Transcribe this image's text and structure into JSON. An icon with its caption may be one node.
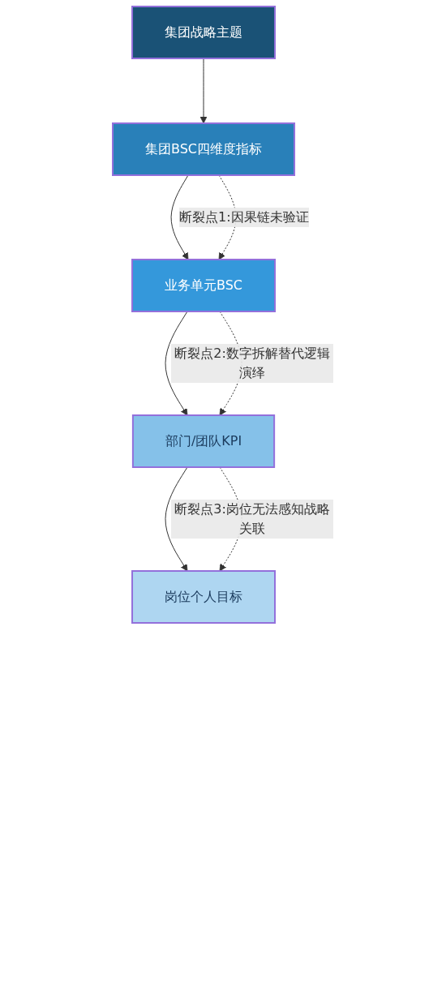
{
  "diagram": {
    "nodes": [
      {
        "text": [
          "集团战略主题"
        ]
      },
      {
        "text": [
          "集团BSC四维度指标"
        ]
      },
      {
        "text": [
          "业务单元BSC"
        ]
      },
      {
        "text": [
          "部门/团队KPI"
        ]
      },
      {
        "text": [
          "岗位个人目标"
        ]
      }
    ],
    "edges": [
      {
        "from": 0,
        "to": 1,
        "arrow": "to"
      },
      {
        "from": 1,
        "to": 2,
        "arrow": "to"
      },
      {
        "from": 1,
        "to": 2,
        "arrow": "to",
        "style": "dashed",
        "label": "断裂点1:因果链未验证"
      },
      {
        "from": 2,
        "to": 3,
        "arrow": "to"
      },
      {
        "from": 2,
        "to": 3,
        "arrow": "to",
        "style": "dashed",
        "label": "断裂点2:数字拆解替代逻辑演绎"
      },
      {
        "from": 3,
        "to": 4,
        "arrow": "to"
      },
      {
        "from": 3,
        "to": 4,
        "arrow": "to",
        "style": "dashed",
        "label": "断裂点3:岗位无法感知战略关联"
      }
    ]
  }
}
